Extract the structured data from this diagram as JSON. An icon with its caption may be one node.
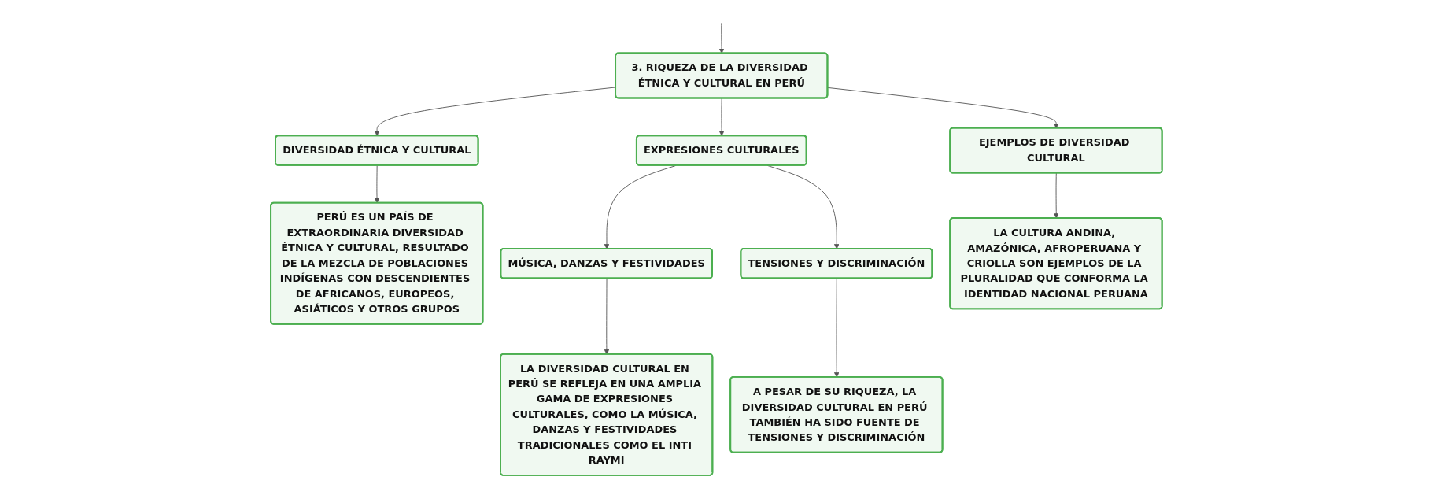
{
  "diagram": {
    "nodes": [
      {
        "text": [
          "3. RIQUEZA DE LA DIVERSIDAD ÉTNICA Y CULTURAL EN PERÚ"
        ]
      },
      {
        "text": [
          "DIVERSIDAD ÉTNICA Y CULTURAL"
        ]
      },
      {
        "text": [
          "EXPRESIONES CULTURALES"
        ]
      },
      {
        "text": [
          "EJEMPLOS DE DIVERSIDAD CULTURAL"
        ]
      },
      {
        "text": [
          "PERÚ ES UN PAÍS DE EXTRAORDINARIA DIVERSIDAD ÉTNICA Y CULTURAL, RESULTADO DE LA MEZCLA DE POBLACIONES INDÍGENAS CON DESCENDIENTES DE AFRICANOS, EUROPEOS, ASIÁTICOS Y OTROS GRUPOS"
        ]
      },
      {
        "text": [
          "MÚSICA, DANZAS Y FESTIVIDADES"
        ]
      },
      {
        "text": [
          "TENSIONES Y DISCRIMINACIÓN"
        ]
      },
      {
        "text": [
          "LA DIVERSIDAD CULTURAL EN PERÚ SE REFLEJA EN UNA AMPLIA GAMA DE EXPRESIONES CULTURALES, COMO LA MÚSICA, DANZAS Y FESTIVIDADES TRADICIONALES COMO EL INTI RAYMI"
        ]
      },
      {
        "text": [
          "A PESAR DE SU RIQUEZA, LA DIVERSIDAD CULTURAL EN PERÚ TAMBIÉN HA SIDO FUENTE DE TENSIONES Y DISCRIMINACIÓN"
        ]
      },
      {
        "text": [
          "LA CULTURA ANDINA, AMAZÓNICA, AFROPERUANA Y CRIOLLA SON EJEMPLOS DE LA PLURALIDAD QUE CONFORMA LA IDENTIDAD NACIONAL PERUANA"
        ]
      }
    ],
    "edges": [
      {
        "from": null,
        "to": 0,
        "arrow": "to"
      },
      {
        "from": 0,
        "to": 1,
        "arrow": "to"
      },
      {
        "from": 0,
        "to": 2,
        "arrow": "to"
      },
      {
        "from": 0,
        "to": 3,
        "arrow": "to"
      },
      {
        "from": 1,
        "to": 4,
        "arrow": "to"
      },
      {
        "from": 2,
        "to": 5,
        "arrow": "to"
      },
      {
        "from": 2,
        "to": 6,
        "arrow": "to"
      },
      {
        "from": 5,
        "to": 7,
        "arrow": "to"
      },
      {
        "from": 6,
        "to": 8,
        "arrow": "to"
      },
      {
        "from": 3,
        "to": 9,
        "arrow": "to"
      }
    ]
  }
}
